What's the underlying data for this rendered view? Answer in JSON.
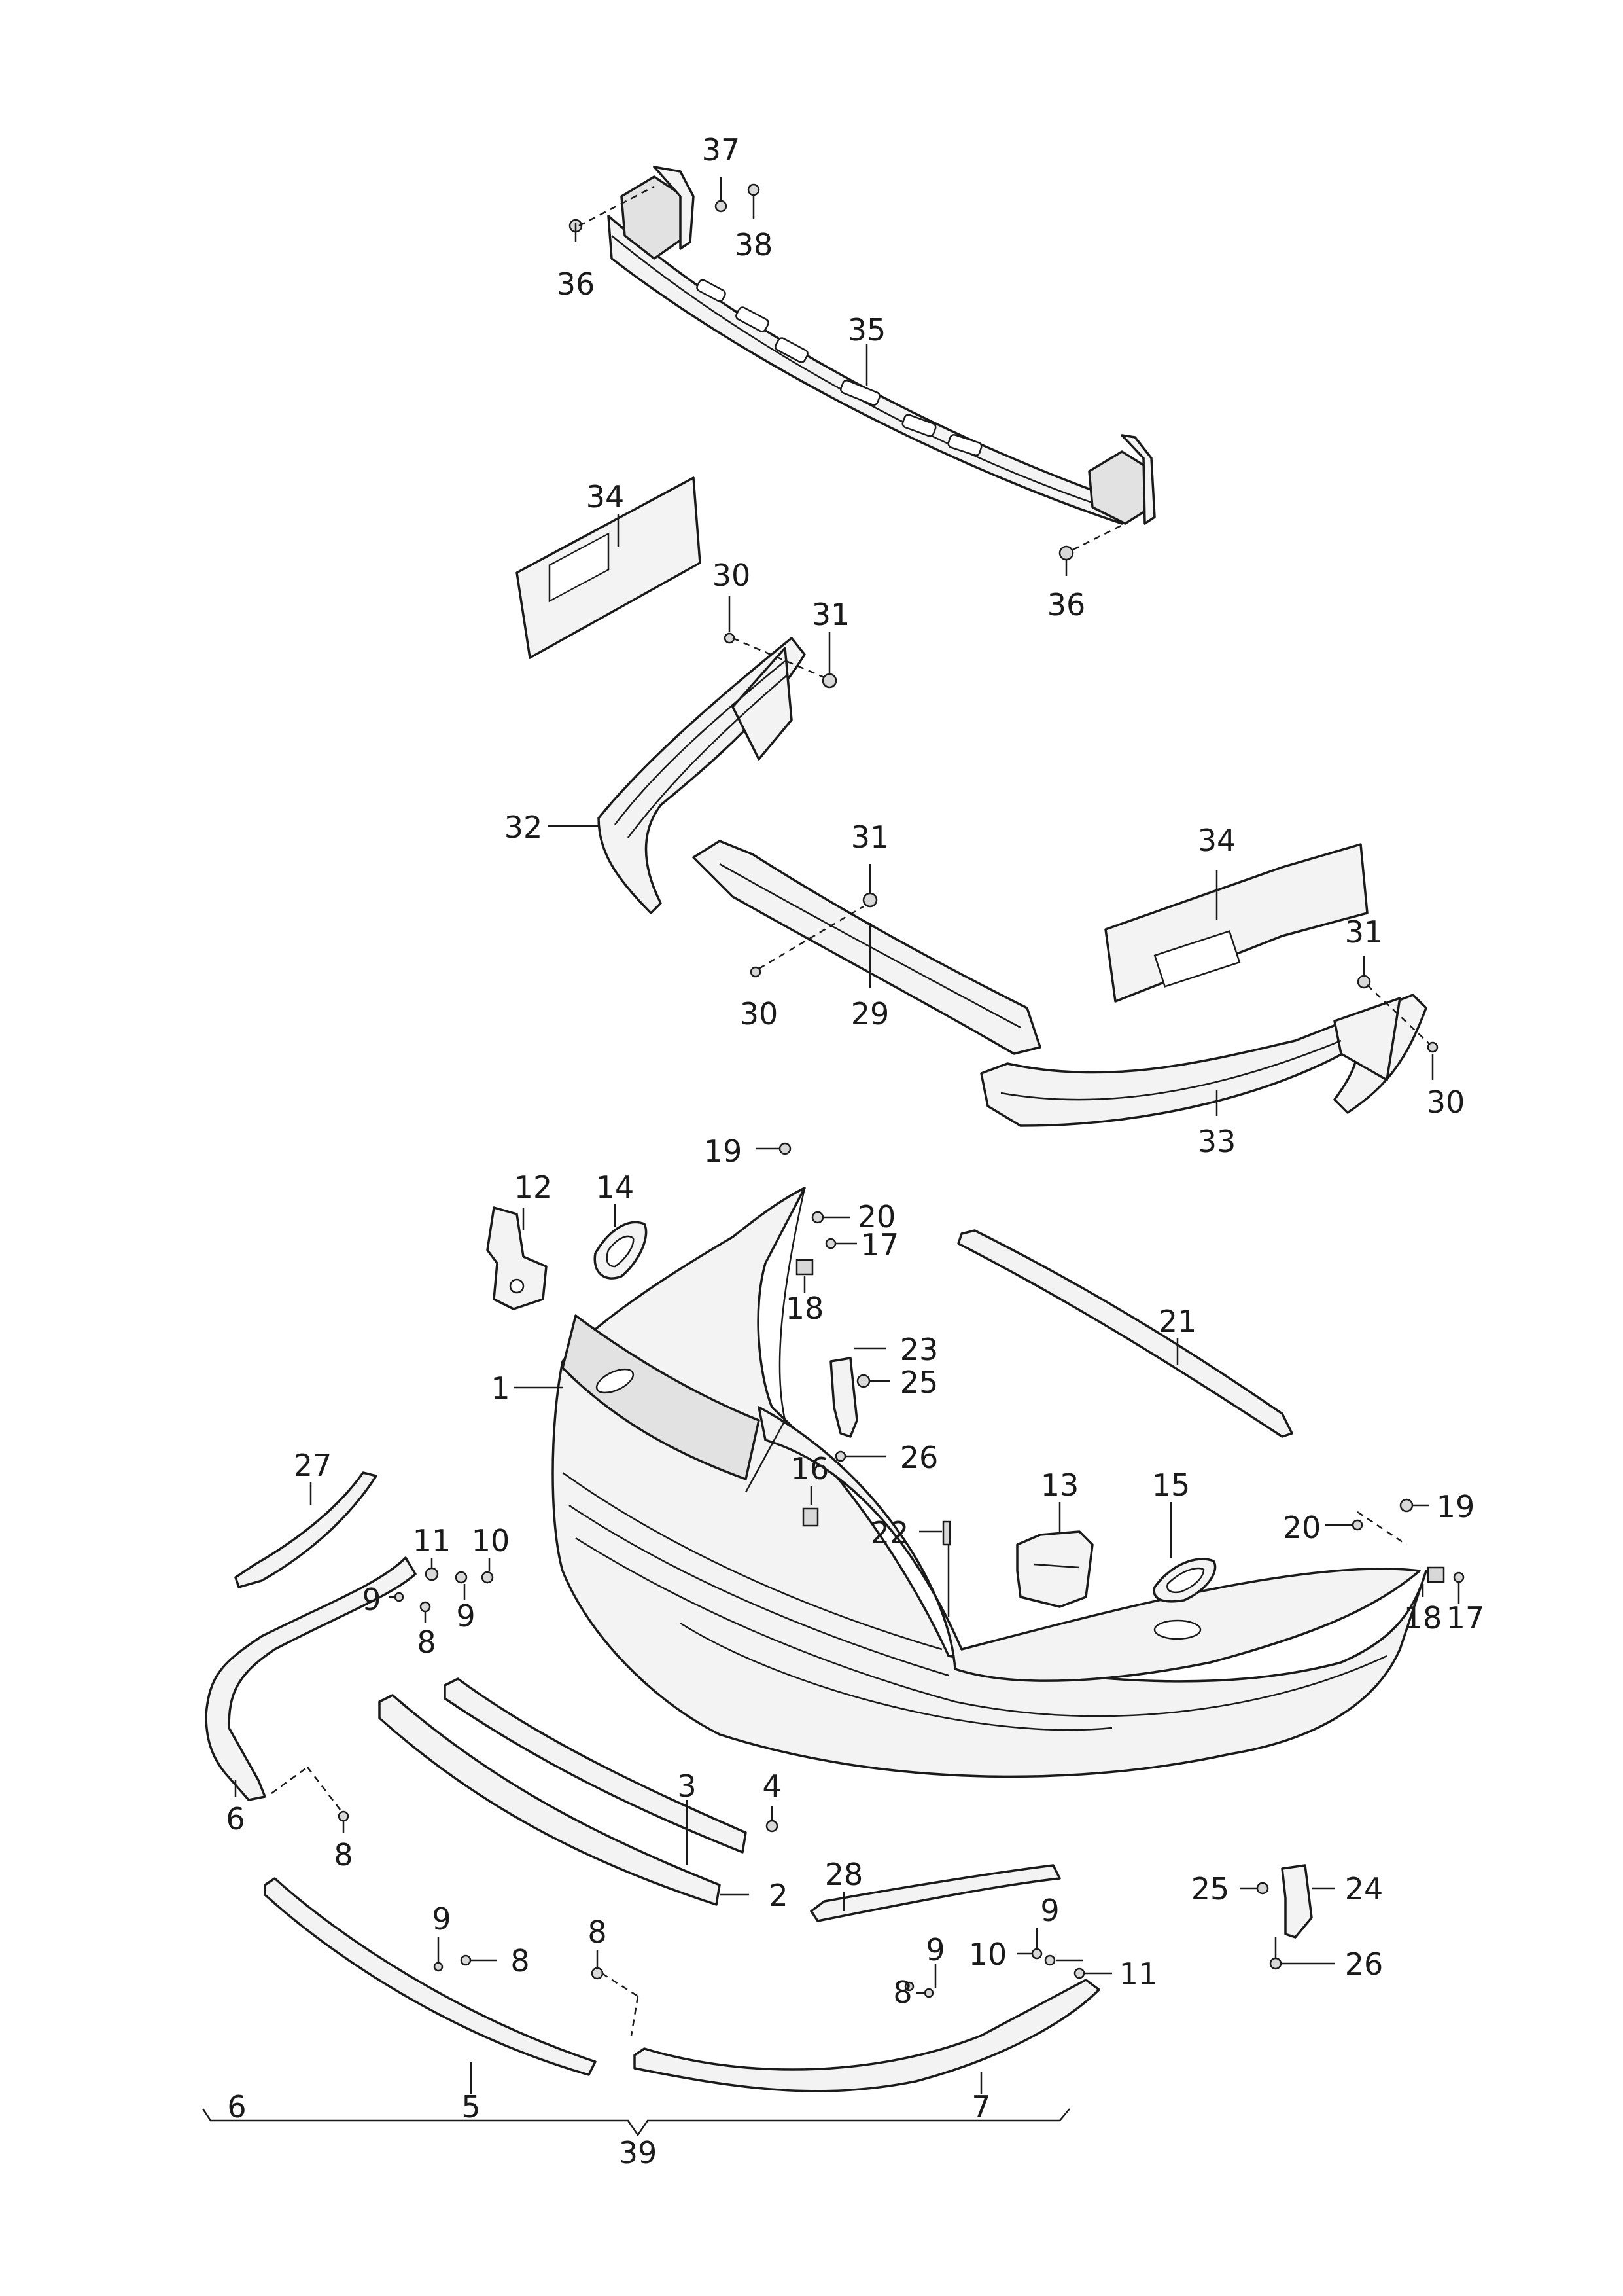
{
  "callouts": {
    "c1": "1",
    "c2": "2",
    "c3": "3",
    "c4": "4",
    "c5": "5",
    "c6a": "6",
    "c6b": "6",
    "c7": "7",
    "c8a": "8",
    "c8b": "8",
    "c8c": "8",
    "c8d": "8",
    "c8e": "8",
    "c9a": "9",
    "c9b": "9",
    "c9c": "9",
    "c9d": "9",
    "c9e": "9",
    "c10a": "10",
    "c10b": "10",
    "c11a": "11",
    "c11b": "11",
    "c12": "12",
    "c13": "13",
    "c14": "14",
    "c15": "15",
    "c16": "16",
    "c17a": "17",
    "c17b": "17",
    "c18a": "18",
    "c18b": "18",
    "c19a": "19",
    "c19b": "19",
    "c20a": "20",
    "c20b": "20",
    "c21": "21",
    "c22": "22",
    "c23": "23",
    "c24": "24",
    "c25a": "25",
    "c25b": "25",
    "c26a": "26",
    "c26b": "26",
    "c27": "27",
    "c28": "28",
    "c29": "29",
    "c30a": "30",
    "c30b": "30",
    "c30c": "30",
    "c31a": "31",
    "c31b": "31",
    "c31c": "31",
    "c32": "32",
    "c33": "33",
    "c34a": "34",
    "c34b": "34",
    "c35": "35",
    "c36a": "36",
    "c36b": "36",
    "c37": "37",
    "c38": "38",
    "c39": "39"
  }
}
